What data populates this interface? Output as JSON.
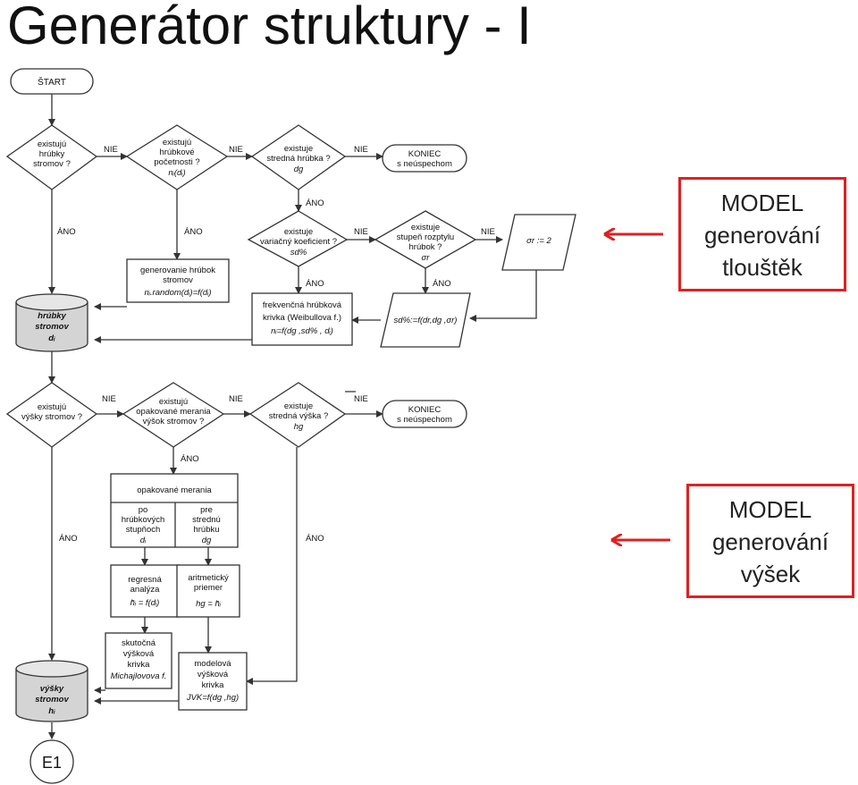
{
  "title": "Generátor struktury - I",
  "flow": {
    "start": "ŠTART",
    "yes": "ÁNO",
    "no": "NIE",
    "q_trees_exist": [
      "existujú",
      "hrúbky",
      "stromov ?"
    ],
    "q_freq_exist": [
      "existujú",
      "hrúbkové",
      "početnosti ?",
      "nᵢ(dᵢ)"
    ],
    "q_mean_dia": [
      "existuje",
      "stredná hrúbka ?",
      "dg"
    ],
    "end_fail_1": [
      "KONIEC",
      "s neúspechom"
    ],
    "q_var_coef": [
      "existuje",
      "variačný koeficient ?",
      "sd%"
    ],
    "q_spread": [
      "existuje",
      "stupeň rozptylu",
      "hrúbok ?",
      "σr"
    ],
    "set_spread": "σr := 2",
    "gen_diameters": [
      "generovanie hrúbok",
      "stromov",
      "nᵢ.random(dᵢ)=f(dᵢ)"
    ],
    "freq_curve": [
      "frekvenčná hrúbková",
      "krivka (Weibullova f.)",
      "nᵢ=f(dg ,sd% , dᵢ)"
    ],
    "sd_formula": "sd%:=f(dr,dg ,σr)",
    "db_diameters": [
      "hrúbky",
      "stromov",
      "dᵢ"
    ],
    "q_heights_exist": [
      "existujú",
      "výšky stromov ?"
    ],
    "q_repeat_meas": [
      "existujú",
      "opakované merania",
      "výšok stromov ?"
    ],
    "q_mean_height": [
      "existuje",
      "stredná výška ?",
      "hg"
    ],
    "end_fail_2": [
      "KONIEC",
      "s neúspechom"
    ],
    "repeat_meas": "opakované merania",
    "by_classes": [
      "po",
      "hrúbkových",
      "stupňoch",
      "dᵢ"
    ],
    "by_mean": [
      "pre",
      "strednú",
      "hrúbku",
      "dg"
    ],
    "regression": [
      "regresná",
      "analýza",
      "h̄ᵢ = f(dᵢ)"
    ],
    "arith_mean": [
      "aritmetický",
      "priemer",
      "hg = h̄ᵢ"
    ],
    "actual_curve": [
      "skutočná",
      "výšková",
      "krivka",
      "Michajlovova f."
    ],
    "model_curve": [
      "modelová",
      "výšková",
      "krivka",
      "JVK=f(dg ,hg)"
    ],
    "db_heights": [
      "výšky",
      "stromov",
      "hᵢ"
    ],
    "end_connector": "E1"
  },
  "annotations": {
    "model_thickness": [
      "MODEL",
      "generování",
      "tlouštěk"
    ],
    "model_heights": [
      "MODEL",
      "generování",
      "výšek"
    ]
  },
  "colors": {
    "accent": "#e02020",
    "line": "#333333",
    "db_fill": "#d4d4d4"
  }
}
